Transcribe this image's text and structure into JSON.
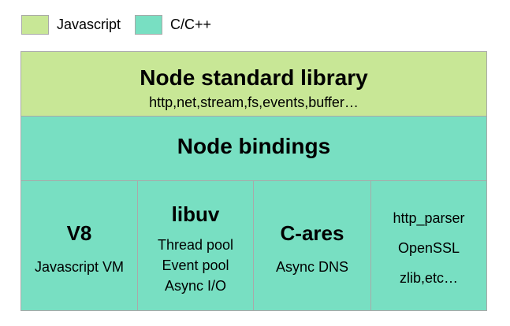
{
  "legend": {
    "items": [
      {
        "label": "Javascript",
        "color": "#c8e796"
      },
      {
        "label": "C/C++",
        "color": "#78dfc2"
      }
    ]
  },
  "layers": {
    "standard_library": {
      "title": "Node standard library",
      "subtitle": "http,net,stream,fs,events,buffer…",
      "color": "#c8e796"
    },
    "bindings": {
      "title": "Node bindings",
      "color": "#78dfc2"
    }
  },
  "dependencies": [
    {
      "name": "V8",
      "lines": [
        "Javascript VM"
      ]
    },
    {
      "name": "libuv",
      "lines": [
        "Thread pool",
        "Event pool",
        "Async I/O"
      ]
    },
    {
      "name": "C-ares",
      "lines": [
        "Async DNS"
      ]
    },
    {
      "name": "",
      "lines": [
        "http_parser",
        "OpenSSL",
        "zlib,etc…"
      ]
    }
  ]
}
